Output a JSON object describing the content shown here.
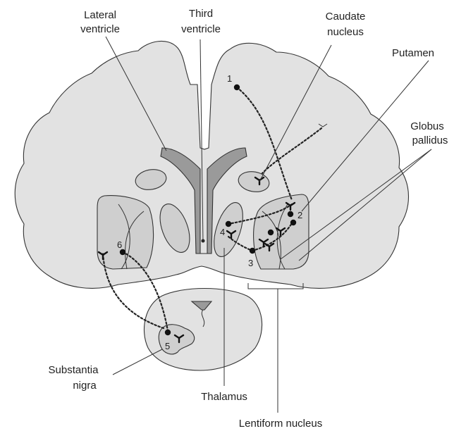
{
  "labels": {
    "lateral_ventricle": [
      "Lateral",
      "ventricle"
    ],
    "third_ventricle": [
      "Third",
      "ventricle"
    ],
    "caudate_nucleus": [
      "Caudate",
      "nucleus"
    ],
    "putamen": "Putamen",
    "globus_pallidus": [
      "Globus",
      "pallidus"
    ],
    "substantia_nigra": [
      "Substantia",
      "nigra"
    ],
    "thalamus": "Thalamus",
    "lentiform_nucleus": "Lentiform nucleus"
  },
  "numbers": [
    "1",
    "2",
    "3",
    "4",
    "5",
    "6"
  ],
  "colors": {
    "brain": "#e2e2e2",
    "nucleus": "#cfcfcf",
    "ventricle": "#9a9a9a",
    "outline": "#333333"
  }
}
